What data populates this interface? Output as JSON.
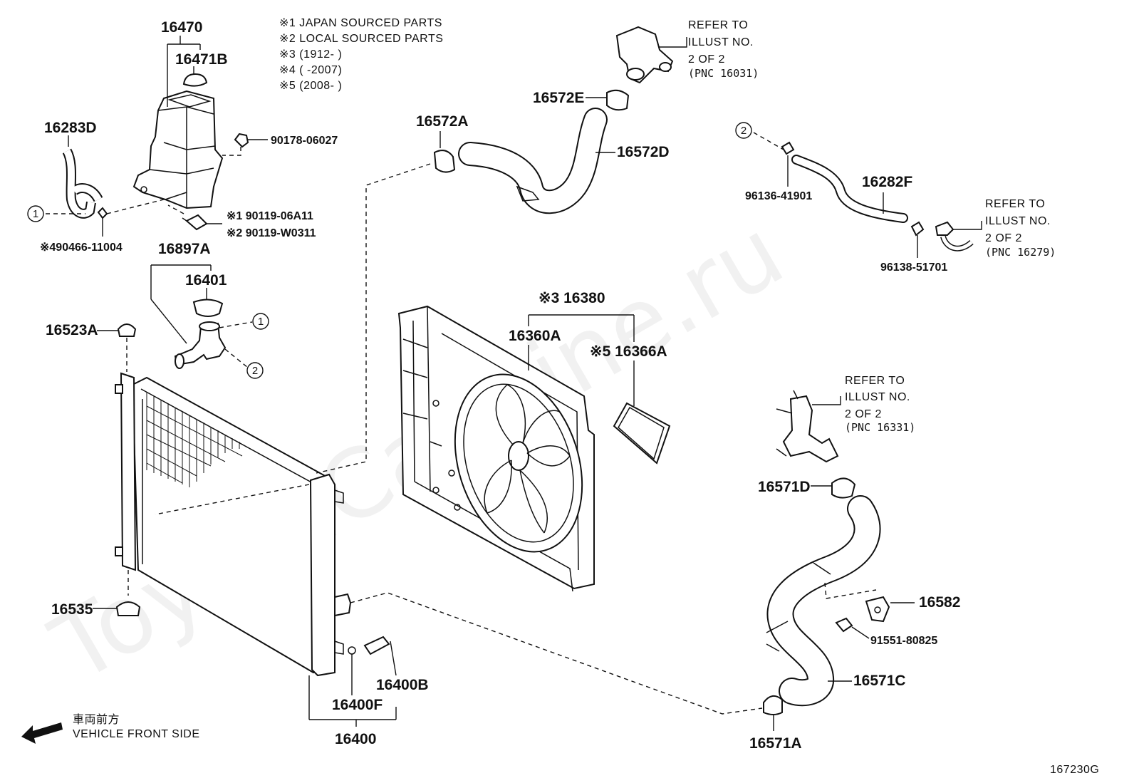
{
  "watermark": "ToyotaCarMine.ru",
  "notes": {
    "n1": "※1 JAPAN SOURCED PARTS",
    "n2": "※2 LOCAL SOURCED PARTS",
    "n3": "※3 (1912-       )",
    "n4": "※4 (       -2007)",
    "n5": "※5 (2008-       )"
  },
  "refers": {
    "r1": [
      "REFER TO",
      "ILLUST NO.",
      "2 OF 2",
      "(PNC 16031)"
    ],
    "r2": [
      "REFER TO",
      "ILLUST NO.",
      "2 OF 2",
      "(PNC 16279)"
    ],
    "r3": [
      "REFER TO",
      "ILLUST NO.",
      "2 OF 2",
      "(PNC 16331)"
    ]
  },
  "callouts": {
    "c1": "1",
    "c2": "2"
  },
  "parts": {
    "p16470": "16470",
    "p16471B": "16471B",
    "p16283D": "16283D",
    "p90178": "90178-06027",
    "p90119a": "※1 90119-06A11",
    "p90119b": "※2 90119-W0311",
    "p90466": "※490466-11004",
    "p16897A": "16897A",
    "p16401": "16401",
    "p16523A": "16523A",
    "p16535": "16535",
    "p16400B": "16400B",
    "p16400F": "16400F",
    "p16400": "16400",
    "p16572A": "16572A",
    "p16572E": "16572E",
    "p16572D": "16572D",
    "p16380": "※3 16380",
    "p16360A": "16360A",
    "p16366A": "※5 16366A",
    "p96136": "96136-41901",
    "p16282F": "16282F",
    "p96138": "96138-51701",
    "p16571D": "16571D",
    "p16582": "16582",
    "p91551": "91551-80825",
    "p16571C": "16571C",
    "p16571A": "16571A"
  },
  "front": {
    "jp": "車両前方",
    "en": "VEHICLE FRONT SIDE"
  },
  "figure_code": "167230G"
}
